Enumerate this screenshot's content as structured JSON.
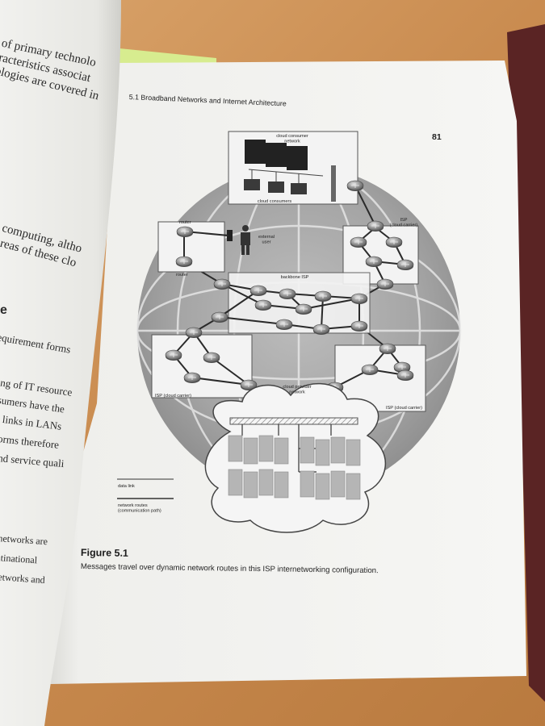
{
  "page": {
    "section_header": "5.1 Broadband Networks and Internet Architecture",
    "page_number": "81"
  },
  "left_page_lines": [
    "t of primary technolo",
    "aracteristics associat",
    "ologies are covered in",
    "d computing, altho",
    "areas of these clo",
    "e",
    "equirement forms",
    "ing of IT resource",
    "sumers have the",
    "links in LANs",
    "orms therefore",
    "nd service quali",
    "networks are",
    "ltinational",
    "etworks and"
  ],
  "diagram": {
    "cloud_consumer_network": "cloud consumer\nnetwork",
    "cloud_consumers": "cloud consumers",
    "router_top": "router",
    "router_bottom": "router",
    "external_user": "external\nuser",
    "isp_top_right": "ISP\n(cloud carrier)",
    "backbone_isp": "backbone ISP",
    "isp_bottom_left": "ISP (cloud carrier)",
    "isp_bottom_right": "ISP (cloud carrier)",
    "cloud_provider_network": "cloud provider\nnetwork",
    "legend_data_link": "data link",
    "legend_network_routes": "network routes\n(communication path)"
  },
  "caption": {
    "heading": "Figure 5.1",
    "text": "Messages travel over dynamic network routes in this ISP internetworking configuration."
  },
  "colors": {
    "desk": "#c98b4f",
    "paper": "#f4f4f2",
    "globe": "#a9a9a9",
    "sticky_note": "#d7ec8f"
  }
}
